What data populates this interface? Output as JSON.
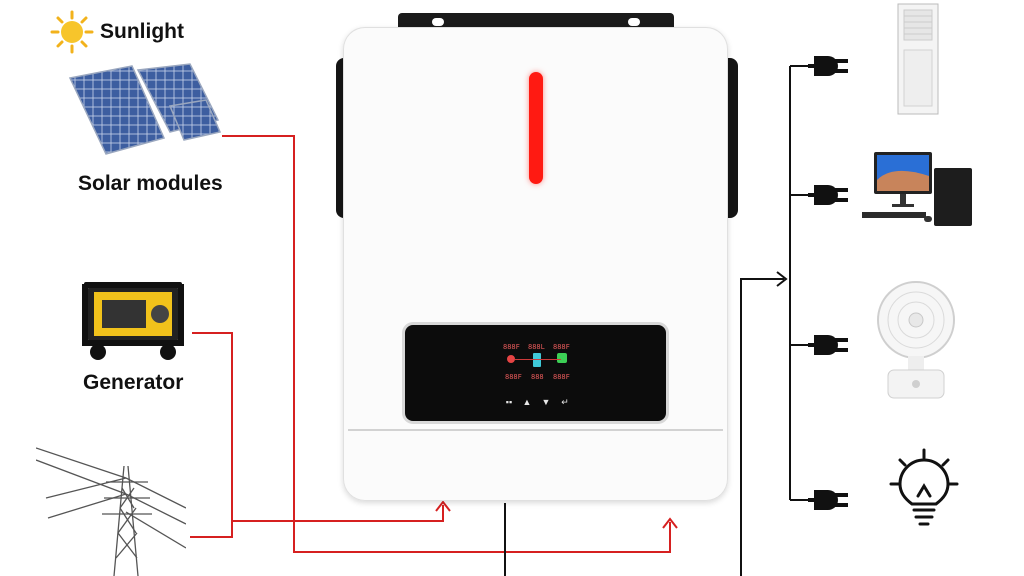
{
  "labels": {
    "sunlight": "Sunlight",
    "solar": "Solar modules",
    "generator": "Generator"
  },
  "colors": {
    "input_line": "#d62020",
    "output_line": "#111111",
    "led": "#ff1a12",
    "body": "#fbfbfb",
    "dark": "#151515"
  },
  "inverter": {
    "lcd_readouts": [
      "888F",
      "888L",
      "888F",
      "888F",
      "888",
      "888F"
    ],
    "buttons": [
      {
        "name": "menu-button",
        "glyph": "▪▪"
      },
      {
        "name": "up-button",
        "glyph": "▲"
      },
      {
        "name": "down-button",
        "glyph": "▼"
      },
      {
        "name": "enter-button",
        "glyph": "↵"
      }
    ]
  },
  "inputs": [
    "sunlight-icon",
    "solar-panel-icon",
    "generator-icon",
    "power-pylon-icon"
  ],
  "loads": [
    "air-conditioner-icon",
    "desktop-computer-icon",
    "desk-fan-icon",
    "light-bulb-icon"
  ]
}
